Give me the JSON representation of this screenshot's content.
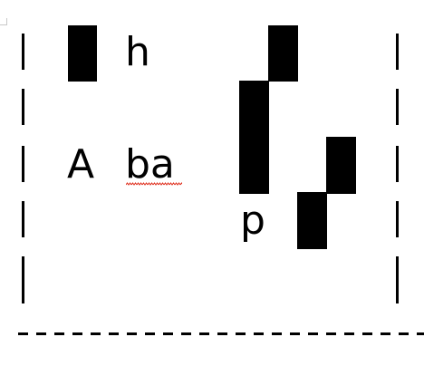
{
  "document": {
    "cells": {
      "h": "h",
      "A": "A",
      "ba": "ba",
      "p": "p"
    },
    "spellcheck_underline_color": "#e0301e",
    "border_style": "dashed-vertical",
    "page_break": "dashed"
  }
}
